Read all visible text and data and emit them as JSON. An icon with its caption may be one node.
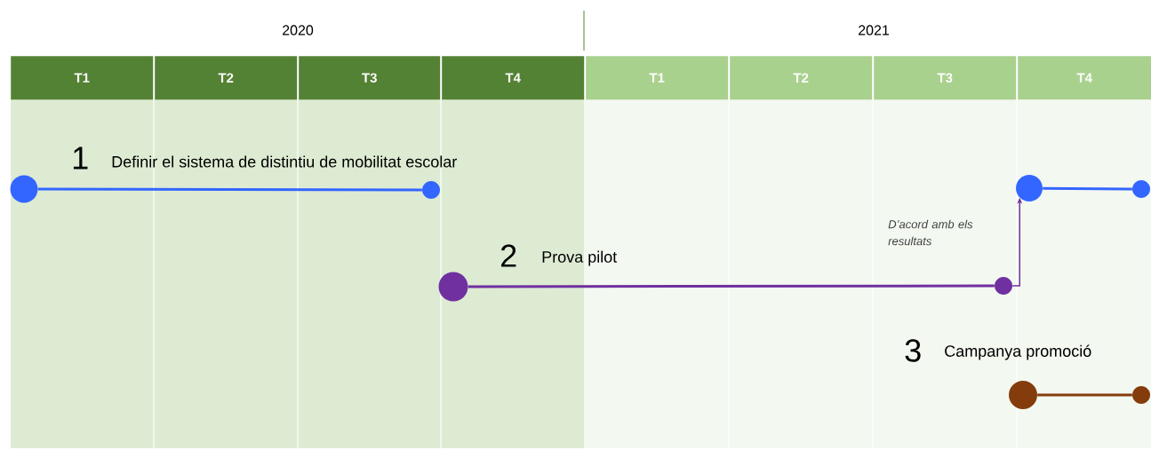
{
  "diagram": {
    "nodes": [
      {
        "text": [
          "T1"
        ]
      },
      {
        "text": [
          "T2"
        ]
      },
      {
        "text": [
          "T3"
        ]
      },
      {
        "text": [
          "T4"
        ]
      },
      {
        "text": [
          "T1"
        ]
      },
      {
        "text": [
          "T2"
        ]
      },
      {
        "text": [
          "T3"
        ]
      },
      {
        "text": [
          "T4"
        ]
      },
      {
        "text": [],
        "shape": "circle"
      },
      {
        "text": [],
        "shape": "circle"
      },
      {
        "text": [],
        "shape": "circle"
      },
      {
        "text": [],
        "shape": "circle"
      },
      {
        "text": [],
        "shape": "circle"
      },
      {
        "text": [],
        "shape": "circle"
      },
      {
        "text": [],
        "shape": "circle"
      },
      {
        "text": [],
        "shape": "circle"
      }
    ],
    "edges": [
      {
        "from": 8,
        "to": 9,
        "arrow": "none",
        "color": "#3366ff"
      },
      {
        "from": 10,
        "to": 11,
        "arrow": "none",
        "color": "#7030a0"
      },
      {
        "from": 11,
        "to": 12,
        "arrow": "to",
        "label": "D’acord amb els resultats",
        "color": "#7030a0"
      },
      {
        "from": 12,
        "to": 13,
        "arrow": "none",
        "color": "#3366ff"
      },
      {
        "from": 14,
        "to": 15,
        "arrow": "none",
        "color": "#843c0c"
      }
    ],
    "labels": [
      "2020",
      "2021",
      "1",
      "Definir el sistema de distintiu de mobilitat escolar",
      "2",
      "Prova pilot",
      "3",
      "Campanya promoció"
    ]
  }
}
